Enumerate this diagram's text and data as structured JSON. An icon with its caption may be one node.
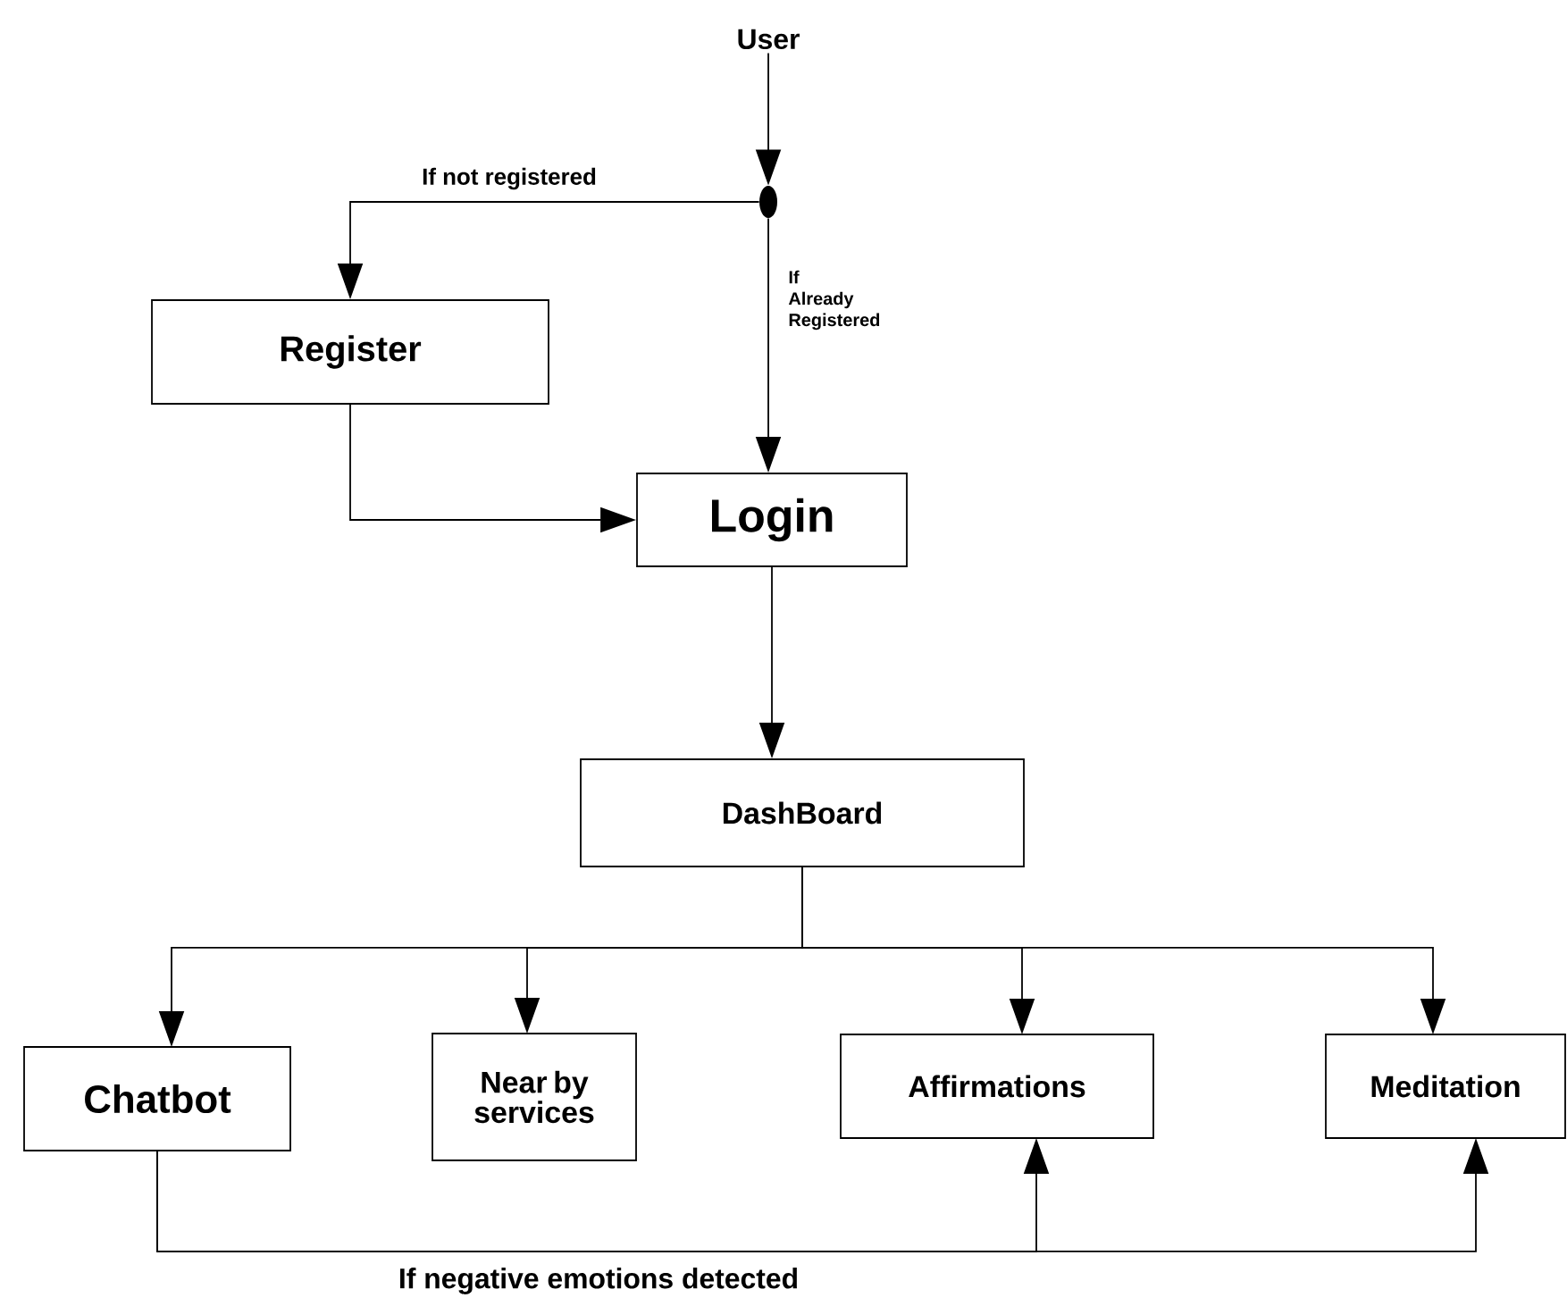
{
  "diagram": {
    "nodes": [
      {
        "text": [
          "User"
        ]
      },
      {
        "text": [],
        "shape": "circle"
      },
      {
        "text": [
          "Register"
        ]
      },
      {
        "text": [
          "Login"
        ]
      },
      {
        "text": [
          "DashBoard"
        ]
      },
      {
        "text": [
          "Chatbot"
        ]
      },
      {
        "text": [
          "Near by services"
        ]
      },
      {
        "text": [
          "Affirmations"
        ]
      },
      {
        "text": [
          "Meditation"
        ]
      }
    ],
    "edges": [
      {
        "from": 0,
        "to": 1,
        "arrow": "to"
      },
      {
        "from": 1,
        "to": 2,
        "arrow": "to",
        "label": "If not registered"
      },
      {
        "from": 1,
        "to": 3,
        "arrow": "to",
        "label": "If Already Registered"
      },
      {
        "from": 2,
        "to": 3,
        "arrow": "to"
      },
      {
        "from": 3,
        "to": 4,
        "arrow": "to"
      },
      {
        "from": 4,
        "to": 5,
        "arrow": "to"
      },
      {
        "from": 4,
        "to": 6,
        "arrow": "to"
      },
      {
        "from": 4,
        "to": 7,
        "arrow": "to"
      },
      {
        "from": 4,
        "to": 8,
        "arrow": "to"
      },
      {
        "from": 5,
        "to": 7,
        "arrow": "to"
      },
      {
        "from": 5,
        "to": 8,
        "arrow": "to",
        "label": "If negative emotions detected"
      }
    ]
  }
}
